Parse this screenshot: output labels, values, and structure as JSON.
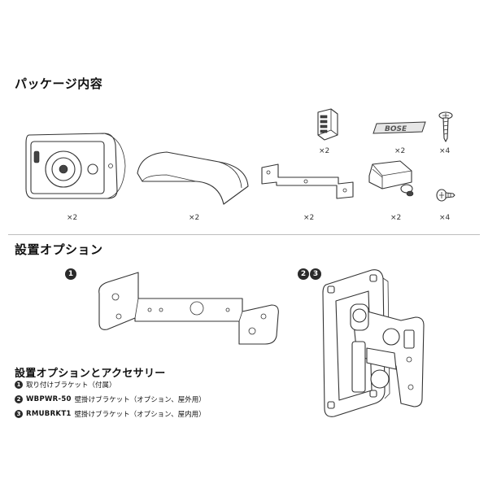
{
  "package": {
    "title": "パッケージ内容",
    "items": [
      {
        "name": "speaker",
        "qty": "×2"
      },
      {
        "name": "grille",
        "qty": "×2"
      },
      {
        "name": "bracket",
        "qty": "×2"
      },
      {
        "name": "connector",
        "qty": "×2"
      },
      {
        "name": "logo-badge",
        "qty": "×2"
      },
      {
        "name": "screw-long",
        "qty": "×4"
      },
      {
        "name": "adapter",
        "qty": "×2"
      },
      {
        "name": "screw-short",
        "qty": "×4"
      }
    ]
  },
  "install": {
    "title": "設置オプション",
    "badges": {
      "one": "1",
      "two": "2",
      "three": "3"
    }
  },
  "accessories": {
    "title": "設置オプションとアクセサリー",
    "items": [
      {
        "num": "1",
        "model": "",
        "text": "取り付けブラケット（付属）"
      },
      {
        "num": "2",
        "model": "WBPWR-50",
        "text": "壁掛けブラケット（オプション、屋外用）"
      },
      {
        "num": "3",
        "model": "RMUBRKT1",
        "text": "壁掛けブラケット（オプション、屋内用）"
      }
    ]
  }
}
